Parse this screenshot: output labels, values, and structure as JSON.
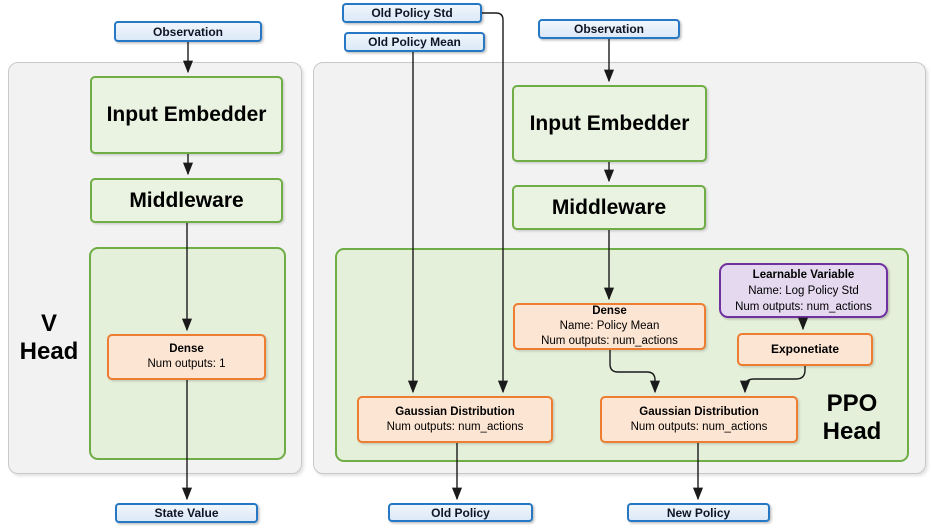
{
  "colors": {
    "blue_border": "#2778C4",
    "blue_fill": "#DCE9F7",
    "green_border": "#6FAD46",
    "green_fill": "#EAF3E1",
    "container_green_fill": "#E5F0DA",
    "orange_border": "#ED7D31",
    "orange_fill": "#FCE5D3",
    "purple_border": "#7030A0",
    "purple_fill": "#E5D9F0",
    "panel_fill": "#F2F2F2",
    "panel_border": "#C9C9C9",
    "arrow": "#1A1A1A"
  },
  "v_head": {
    "panel_title": [
      "V",
      "Head"
    ],
    "observation": "Observation",
    "input_embedder": "Input Embedder",
    "middleware": "Middleware",
    "dense": {
      "title": "Dense",
      "outputs": "Num outputs: 1"
    },
    "state_value": "State Value"
  },
  "ppo_head": {
    "panel_title": [
      "PPO",
      "Head"
    ],
    "old_policy_std": "Old Policy Std",
    "old_policy_mean": "Old Policy Mean",
    "observation": "Observation",
    "input_embedder": "Input Embedder",
    "middleware": "Middleware",
    "dense": {
      "title": "Dense",
      "name": "Name: Policy Mean",
      "outputs": "Num outputs: num_actions"
    },
    "learnable": {
      "title": "Learnable Variable",
      "name": "Name: Log Policy Std",
      "outputs": "Num outputs: num_actions"
    },
    "exponetiate": "Exponetiate",
    "gaussian_old": {
      "title": "Gaussian Distribution",
      "outputs": "Num outputs: num_actions"
    },
    "gaussian_new": {
      "title": "Gaussian Distribution",
      "outputs": "Num outputs: num_actions"
    },
    "old_policy": "Old Policy",
    "new_policy": "New Policy"
  }
}
